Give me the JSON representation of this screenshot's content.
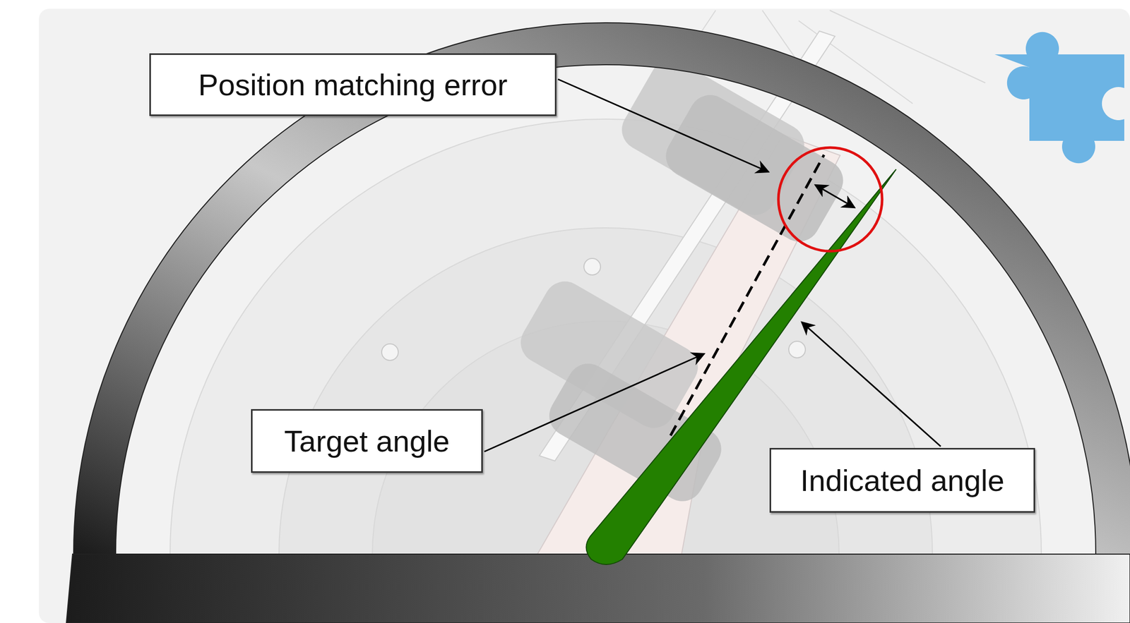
{
  "diagram": {
    "nodes": [
      {
        "text": [
          "Position matching error"
        ]
      },
      {
        "text": [
          "Target angle"
        ]
      },
      {
        "text": [
          "Indicated angle"
        ]
      }
    ]
  }
}
